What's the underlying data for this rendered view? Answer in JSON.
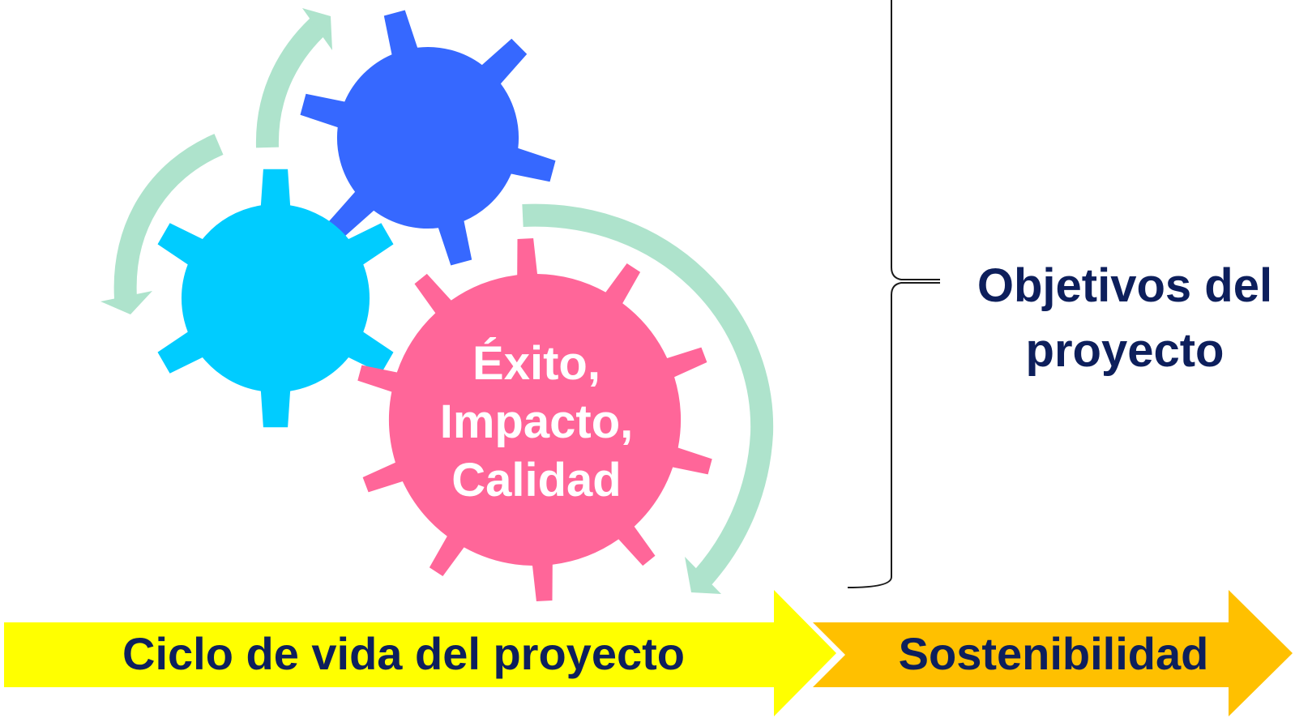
{
  "colors": {
    "gear_blue": "#3668ff",
    "gear_cyan": "#00ccff",
    "gear_pink": "#ff6699",
    "cycle_arrow": "#aee3cc",
    "lifecycle_arrow": "#ffff00",
    "sustainability_arrow": "#ffc000",
    "text_dark": "#0d1f5c",
    "text_light": "#ffffff"
  },
  "gears": [
    {
      "name": "blue-gear"
    },
    {
      "name": "cyan-gear"
    },
    {
      "name": "pink-gear",
      "label_lines": [
        "Éxito,",
        "Impacto,",
        "Calidad"
      ]
    }
  ],
  "objectives": {
    "label_lines": [
      "Objetivos del",
      "proyecto"
    ]
  },
  "arrows": {
    "lifecycle_label": "Ciclo de vida del proyecto",
    "sustainability_label": "Sostenibilidad"
  }
}
